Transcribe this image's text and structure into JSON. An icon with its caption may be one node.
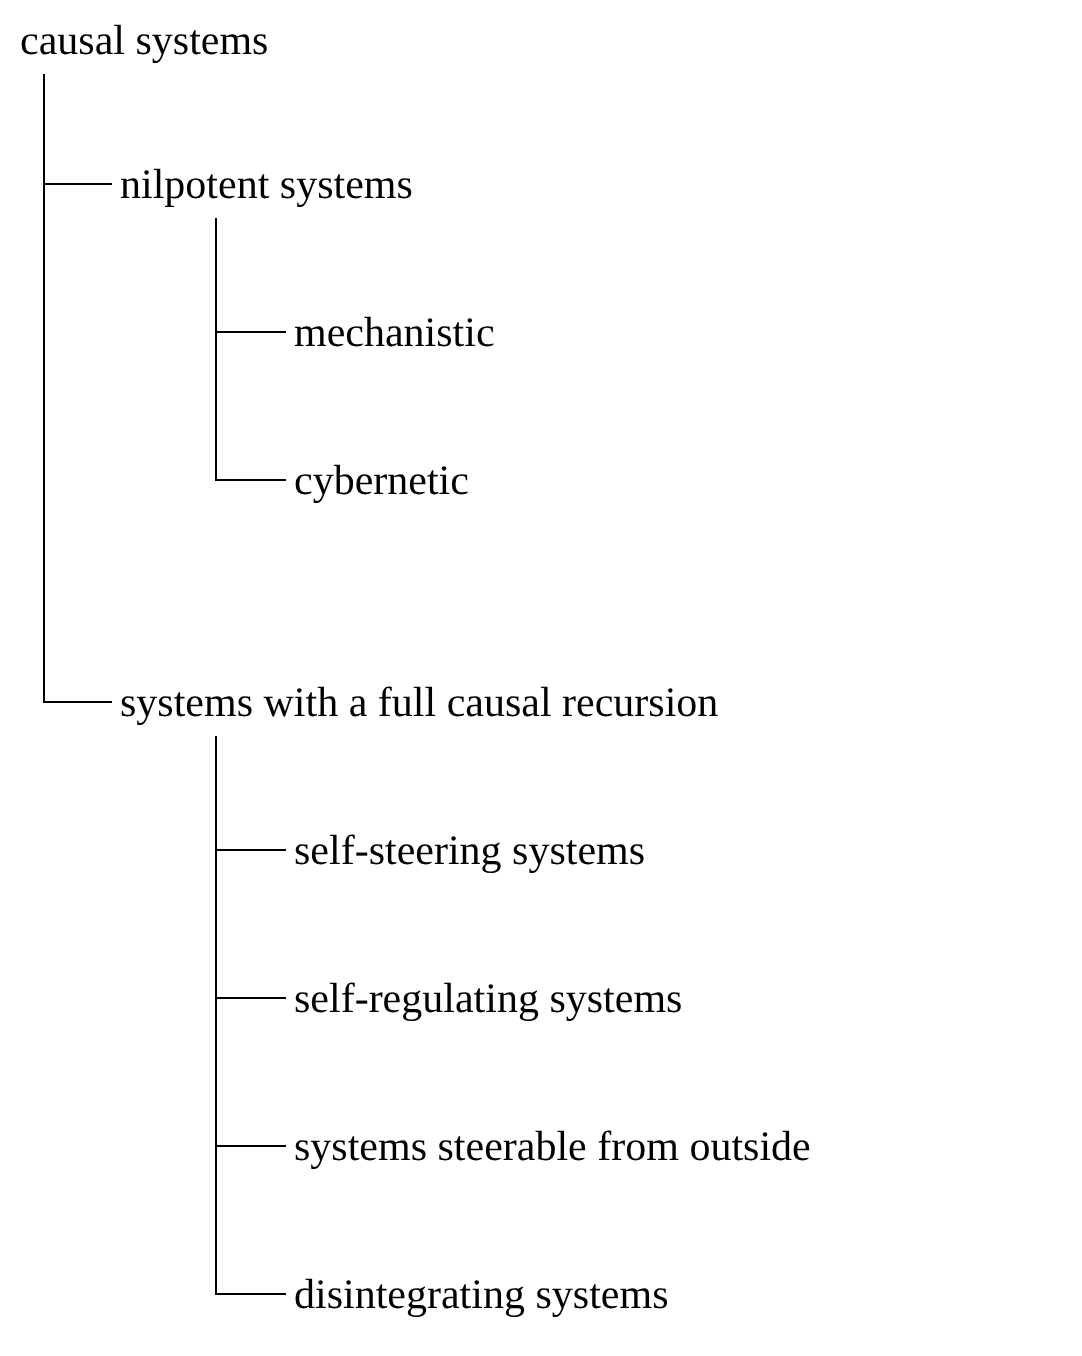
{
  "diagram": {
    "nodes": [
      {
        "text": [
          "causal systems"
        ]
      },
      {
        "text": [
          "nilpotent systems"
        ]
      },
      {
        "text": [
          "mechanistic"
        ]
      },
      {
        "text": [
          "cybernetic"
        ]
      },
      {
        "text": [
          "systems with a full causal recursion"
        ]
      },
      {
        "text": [
          "self-steering systems"
        ]
      },
      {
        "text": [
          "self-regulating systems"
        ]
      },
      {
        "text": [
          "systems steerable from outside"
        ]
      },
      {
        "text": [
          "disintegrating systems"
        ]
      }
    ],
    "edges": [
      {
        "from": 0,
        "to": 1,
        "arrow": "none"
      },
      {
        "from": 1,
        "to": 2,
        "arrow": "none"
      },
      {
        "from": 1,
        "to": 3,
        "arrow": "none"
      },
      {
        "from": 0,
        "to": 4,
        "arrow": "none"
      },
      {
        "from": 4,
        "to": 5,
        "arrow": "none"
      },
      {
        "from": 4,
        "to": 6,
        "arrow": "none"
      },
      {
        "from": 4,
        "to": 7,
        "arrow": "none"
      },
      {
        "from": 4,
        "to": 8,
        "arrow": "none"
      }
    ]
  }
}
